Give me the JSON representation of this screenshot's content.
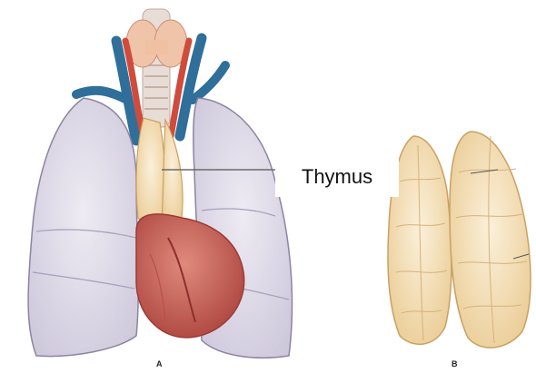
{
  "callout": {
    "text": "Thymus"
  },
  "panels": {
    "a": "A",
    "b": "B"
  },
  "colors": {
    "lung": "#d9d4e4",
    "lung_outline": "#8c84a0",
    "heart": "#c9645c",
    "heart_dark": "#9c3a35",
    "thymus": "#f2d9a6",
    "thymus_outline": "#c9a060",
    "vein": "#2f6f9a",
    "artery": "#cf4b3c",
    "thyroid": "#f0c4a8",
    "trachea": "#e8ddd6"
  }
}
